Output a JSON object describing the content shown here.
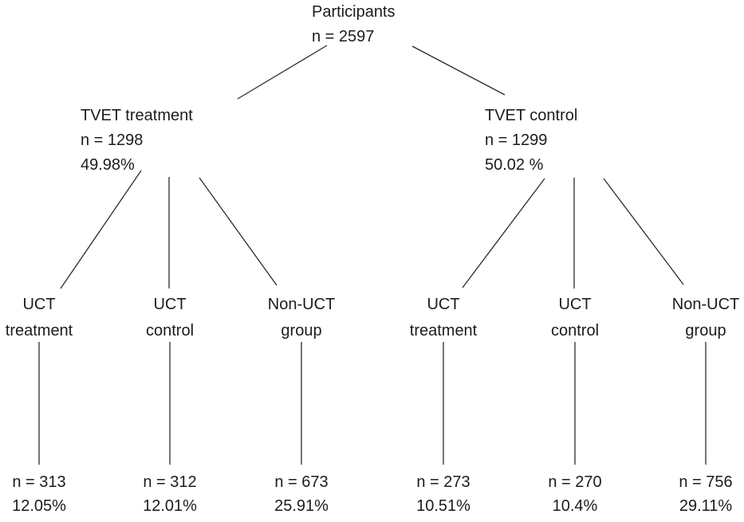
{
  "colors": {
    "background": "#ffffff",
    "text": "#1c1c1c",
    "line": "#2b2b2b"
  },
  "tree": {
    "root": {
      "label": "Participants",
      "n": "n = 2597"
    },
    "branches": [
      {
        "id": "tvet-treatment",
        "label": "TVET treatment",
        "n": "n = 1298",
        "pct": "49.98%"
      },
      {
        "id": "tvet-control",
        "label": "TVET control",
        "n": "n = 1299",
        "pct": "50.02 %"
      }
    ],
    "groups": [
      {
        "id": "left-uct-treatment",
        "line1": "UCT",
        "line2": "treatment",
        "n": "n = 313",
        "pct": "12.05%"
      },
      {
        "id": "left-uct-control",
        "line1": "UCT",
        "line2": "control",
        "n": "n = 312",
        "pct": "12.01%"
      },
      {
        "id": "left-non-uct-group",
        "line1": "Non-UCT",
        "line2": "group",
        "n": "n = 673",
        "pct": "25.91%"
      },
      {
        "id": "right-uct-treatment",
        "line1": "UCT",
        "line2": "treatment",
        "n": "n = 273",
        "pct": "10.51%"
      },
      {
        "id": "right-uct-control",
        "line1": "UCT",
        "line2": "control",
        "n": "n = 270",
        "pct": "10.4%"
      },
      {
        "id": "right-non-uct-group",
        "line1": "Non-UCT",
        "line2": "group",
        "n": "n = 756",
        "pct": "29.11%"
      }
    ]
  }
}
